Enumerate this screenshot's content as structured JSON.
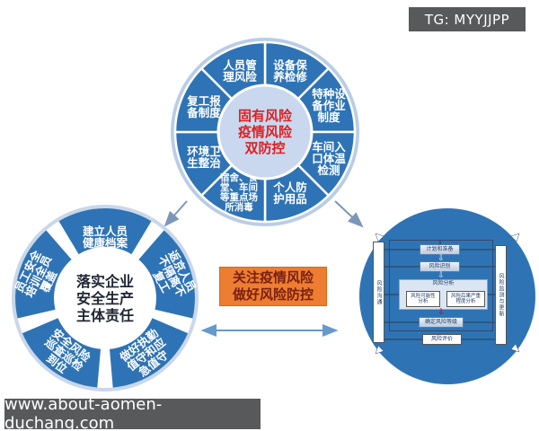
{
  "badge": {
    "label": "TG: MYYJJPP"
  },
  "watermark": {
    "label": "www.about-aomen-duchang.com"
  },
  "center_message": {
    "lines": [
      "关注疫情风险",
      "做好风险防控"
    ]
  },
  "top_wheel": {
    "title": "固有风险疫情风险双防控",
    "title_lines": [
      "固有风险",
      "疫情风险",
      "双防控"
    ],
    "segments": [
      {
        "label": "设备保养检修",
        "lines": [
          "设备保",
          "养检修"
        ]
      },
      {
        "label": "特种设备作业制度",
        "lines": [
          "特种设",
          "备作业",
          "制度"
        ]
      },
      {
        "label": "车间入口体温检测",
        "lines": [
          "车间入",
          "口体温",
          "检测"
        ]
      },
      {
        "label": "个人防护用品",
        "lines": [
          "个人防",
          "护用品"
        ]
      },
      {
        "label": "宿舍、食堂、车间等重点场所消毒",
        "lines": [
          "宿舍、食",
          "堂、车间",
          "等重点场",
          "所消毒"
        ]
      },
      {
        "label": "环境卫生整治",
        "lines": [
          "环境卫",
          "生整治"
        ]
      },
      {
        "label": "复工报备制度",
        "lines": [
          "复工报",
          "备制度"
        ]
      },
      {
        "label": "人员管理风险",
        "lines": [
          "人员管",
          "理风险"
        ]
      }
    ]
  },
  "left_wheel": {
    "title": "落实企业安全生产主体责任",
    "title_lines": [
      "落实企业",
      "安全生产",
      "主体责任"
    ],
    "segments": [
      {
        "label": "建立人员健康档案",
        "lines": [
          "建立人员",
          "健康档案"
        ]
      },
      {
        "label": "返京人员不隔离不复工",
        "lines": [
          "返京人员",
          "不隔离不",
          "复工"
        ]
      },
      {
        "label": "做好执勤值守和应急值守",
        "lines": [
          "做好执勤",
          "值守和应",
          "急值守"
        ]
      },
      {
        "label": "安全风险巡查巡检到位",
        "lines": [
          "安全风险",
          "巡查巡检",
          "到位"
        ]
      },
      {
        "label": "员工安全培训全员覆盖",
        "lines": [
          "员工安全",
          "培训全员",
          "覆盖"
        ]
      }
    ]
  },
  "risk_flowchart": {
    "left_bar": "风险沟通",
    "right_bar": "风险监测与更新",
    "steps": [
      "计划和准备",
      "风险识别",
      "风险分析",
      "确定风险等级",
      "风险评价"
    ],
    "analysis_sub": [
      {
        "lines": [
          "风险可能性",
          "分析"
        ]
      },
      {
        "lines": [
          "风险后果严重",
          "程度分析"
        ]
      }
    ]
  },
  "colors": {
    "wheel_blue": "#2E73B5",
    "wheel_rim": "#B9CDE5",
    "top_center_fill": "#C9D8EF",
    "top_center_text": "#DD2020",
    "left_center_text": "#202634",
    "message_bg": "#ED7D31",
    "message_text": "#7A2012",
    "badge_bg": "#58595B",
    "arrow_gray_blue": "#7B97B8",
    "arrow_light_blue": "#6699CC"
  }
}
